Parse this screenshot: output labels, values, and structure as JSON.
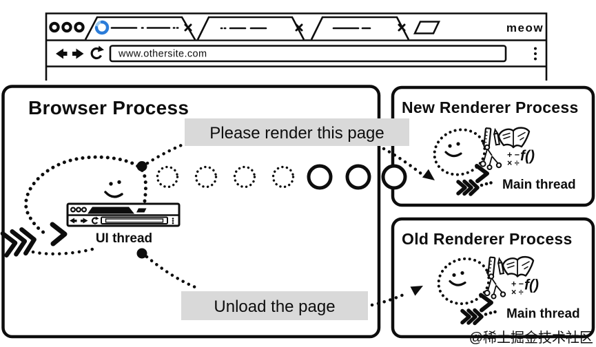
{
  "chrome": {
    "url": "www.othersite.com",
    "brand": "meow"
  },
  "diagram": {
    "browser_process": {
      "title": "Browser Process",
      "ui_thread": "UI thread"
    },
    "new_renderer": {
      "title": "New Renderer Process",
      "main_thread": "Main thread"
    },
    "old_renderer": {
      "title": "Old Renderer Process",
      "main_thread": "Main thread"
    },
    "messages": {
      "render": "Please render this page",
      "unload": "Unload the page"
    },
    "icons": {
      "math_row1": "+ −",
      "math_row2": "× ÷",
      "function": "f()"
    }
  },
  "watermark": "@稀土掘金技术社区",
  "colors": {
    "ink": "#0d0d0d",
    "label_bg": "#d9d9d9",
    "spinner_dark": "#2b7cd9",
    "spinner_light": "#9cc9ef",
    "watermark": "#c6c6c6"
  }
}
